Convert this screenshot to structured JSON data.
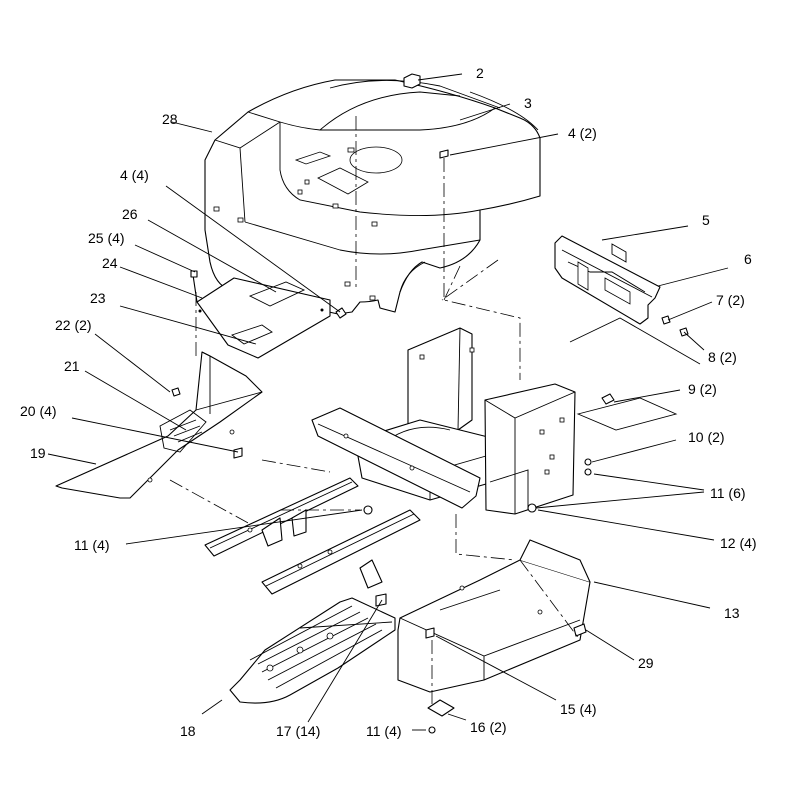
{
  "labels": {
    "l2": "2",
    "l3": "3",
    "l4a": "4 (2)",
    "l4b": "4 (4)",
    "l5": "5",
    "l6": "6",
    "l7": "7 (2)",
    "l8": "8 (2)",
    "l9": "9 (2)",
    "l10": "10 (2)",
    "l11a": "11 (6)",
    "l11b": "11 (4)",
    "l11c": "11 (4)",
    "l12": "12 (4)",
    "l13": "13",
    "l15": "15 (4)",
    "l16": "16 (2)",
    "l17": "17 (14)",
    "l18": "18",
    "l19": "19",
    "l20": "20 (4)",
    "l21": "21",
    "l22": "22 (2)",
    "l23": "23",
    "l24": "24",
    "l25": "25 (4)",
    "l26": "26",
    "l28": "28",
    "l29": "29"
  }
}
